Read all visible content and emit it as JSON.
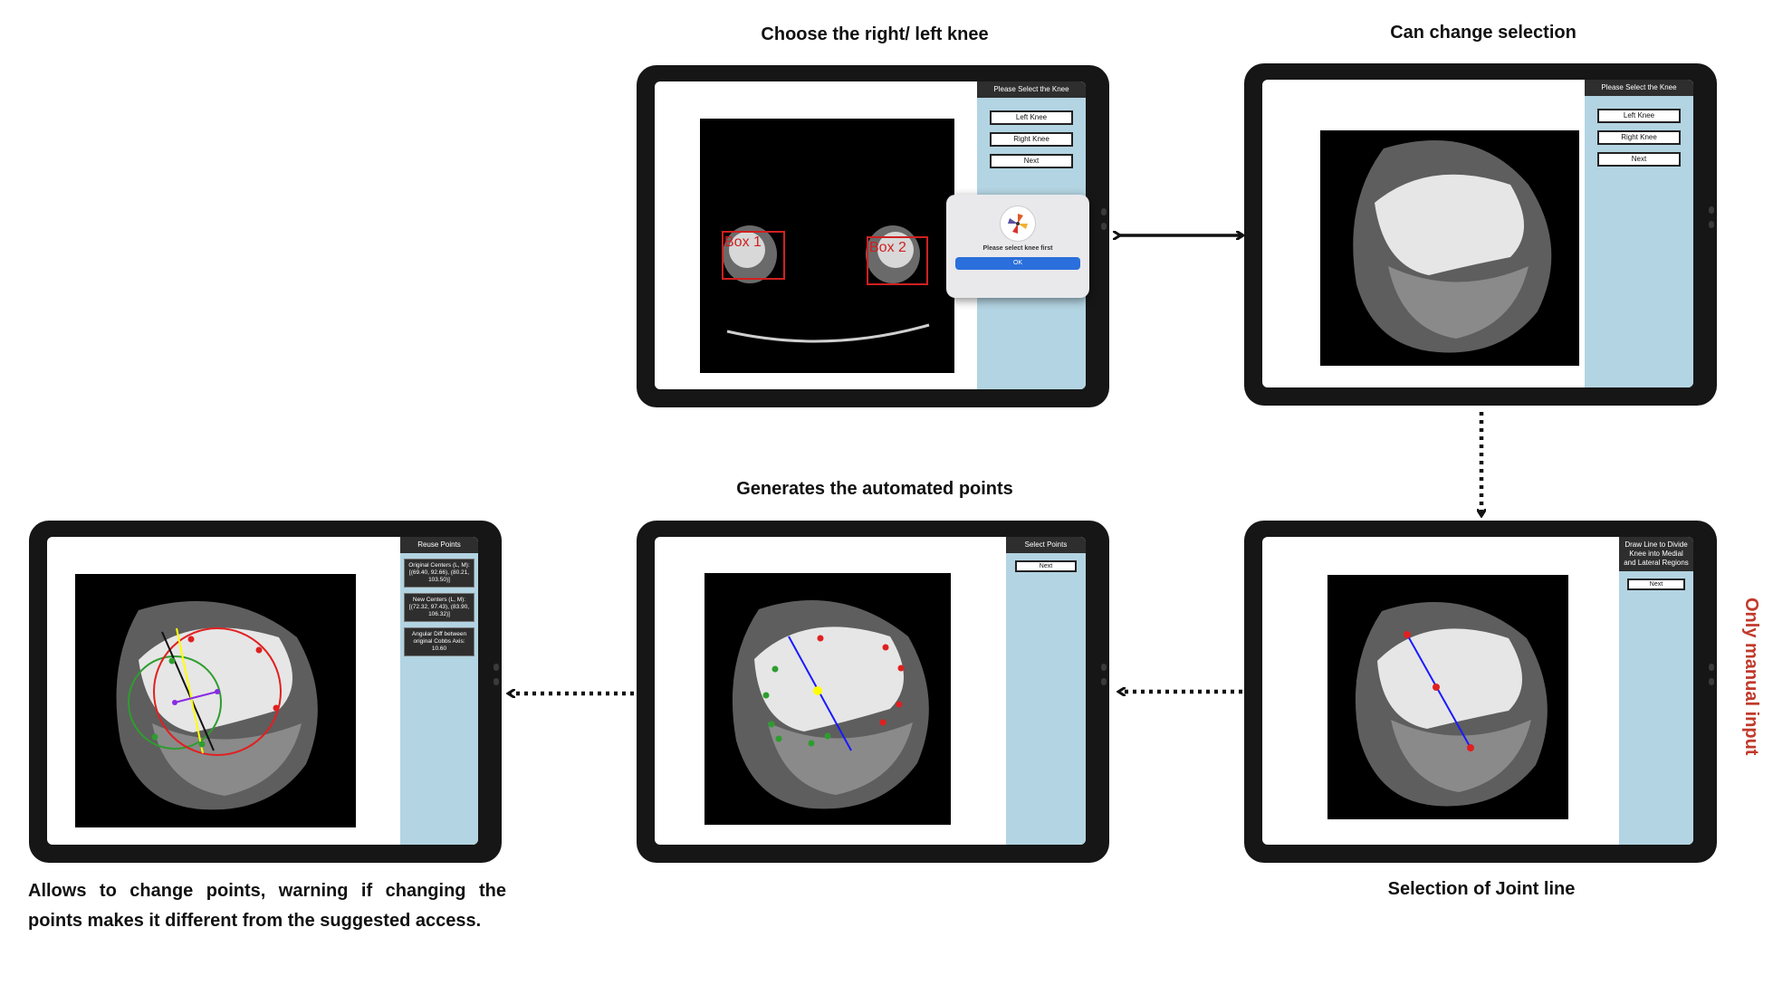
{
  "captions": {
    "step1": "Choose the right/ left knee",
    "step2": "Can change selection",
    "step3": "Selection of Joint line",
    "step4": "Generates the automated points",
    "step5": "Allows to change points, warning if changing the points makes it different from the suggested access.",
    "side": "Only manual input"
  },
  "screens": {
    "select_knee": {
      "header": "Please Select the Knee",
      "buttons": [
        "Left Knee",
        "Right Knee",
        "Next"
      ],
      "box_labels": [
        "Box 1",
        "Box 2"
      ],
      "alert": {
        "message": "Please select knee first",
        "ok_label": "OK"
      }
    },
    "change_selection": {
      "header": "Please Select the Knee",
      "buttons": [
        "Left Knee",
        "Right Knee",
        "Next"
      ]
    },
    "joint_line": {
      "header": "Draw Line to Divide Knee into Medial and Lateral Regions",
      "buttons": [
        "Next"
      ]
    },
    "automated_points": {
      "header": "Select Points",
      "buttons": [
        "Next"
      ]
    },
    "reuse_points": {
      "header": "Reuse Points",
      "info": [
        "Original Centers (L, M): [(69.40, 92.66), (80.21, 103.50)]",
        "New Centers (L, M): [(72.32, 97.43), (83.90, 106.32)]",
        "Angular Diff between original Cobbs Axis: 10.60"
      ]
    }
  },
  "colors": {
    "panel": "#b3d4e2",
    "side_label": "#c0392b",
    "line_blue": "#1a1aff",
    "point_red": "#e02020",
    "point_green": "#2e9d2e",
    "point_yellow": "#ffff00"
  }
}
